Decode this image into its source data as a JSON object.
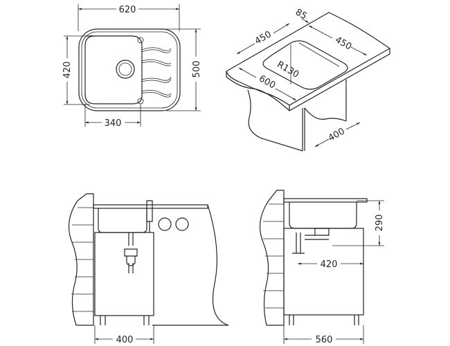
{
  "top_view": {
    "width": "620",
    "depth": "500",
    "bowl_depth": "420",
    "bowl_width": "340"
  },
  "iso_view": {
    "cutout_a": "450",
    "cutout_b": "450",
    "offset": "85",
    "radius": "R130",
    "counter_depth": "600",
    "cabinet": "400"
  },
  "side_view_left": {
    "cabinet_width": "400"
  },
  "side_view_right": {
    "bowl_height": "290",
    "drain_position": "420",
    "cabinet_depth": "560"
  },
  "colors": {
    "line": "#222222",
    "background": "#ffffff"
  }
}
